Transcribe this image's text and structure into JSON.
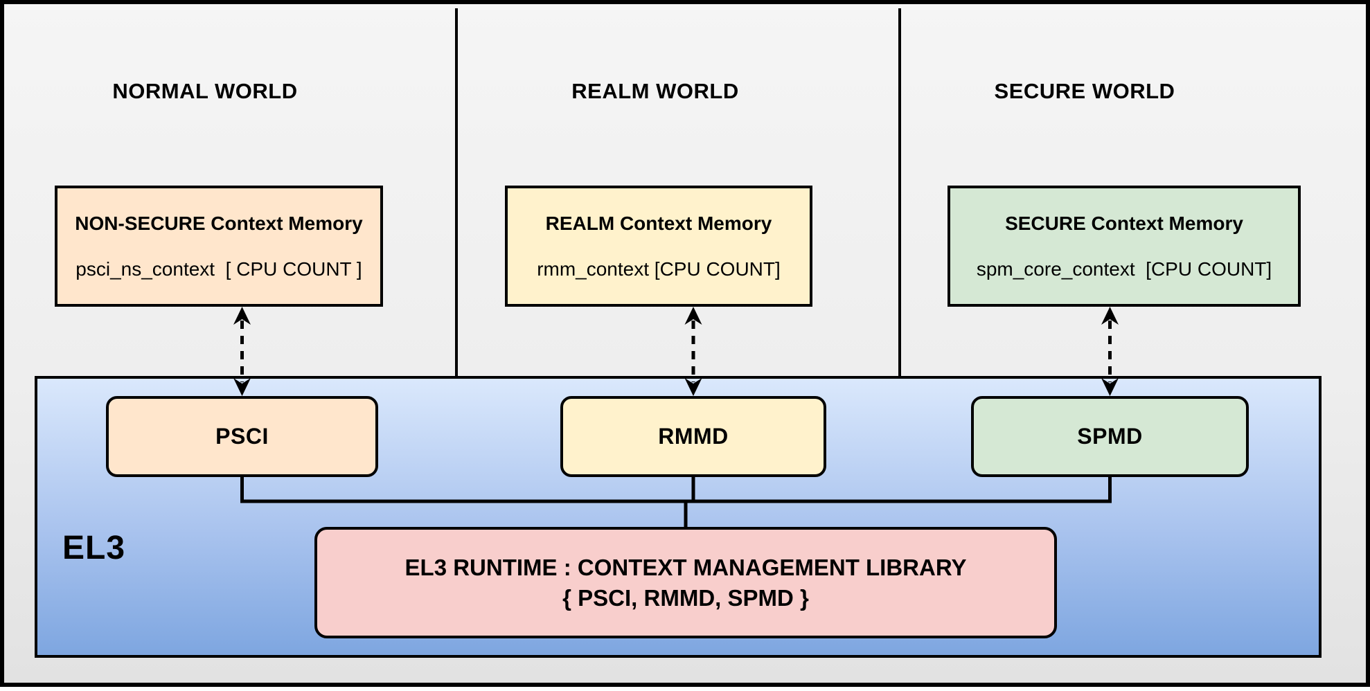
{
  "worlds": [
    {
      "title": "NORMAL WORLD",
      "memory": {
        "title": "NON-SECURE Context Memory",
        "code": "psci_ns_context  [ CPU COUNT ]",
        "color": "#ffe6cc"
      },
      "module": {
        "label": "PSCI",
        "color": "#ffe6cc"
      }
    },
    {
      "title": "REALM WORLD",
      "memory": {
        "title": "REALM Context Memory",
        "code": "rmm_context [CPU COUNT]",
        "color": "#fff2cc"
      },
      "module": {
        "label": "RMMD",
        "color": "#fff2cc"
      }
    },
    {
      "title": "SECURE WORLD",
      "memory": {
        "title": "SECURE Context Memory",
        "code": "spm_core_context  [CPU COUNT]",
        "color": "#d5e8d4"
      },
      "module": {
        "label": "SPMD",
        "color": "#d5e8d4"
      }
    }
  ],
  "el3": {
    "label": "EL3",
    "gradient_top": "#dae8fc",
    "gradient_bottom": "#7ea6e0"
  },
  "runtime_box": {
    "line1": "EL3 RUNTIME : CONTEXT MANAGEMENT LIBRARY",
    "line2": "{ PSCI, RMMD, SPMD }",
    "color": "#f8cecc"
  },
  "connector_color": "#000000"
}
